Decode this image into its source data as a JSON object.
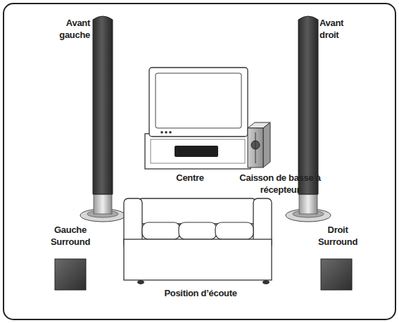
{
  "diagram": {
    "labels": [
      "Avant gauche",
      "Avant droit",
      "Centre",
      "Caisson de basse à récepteur",
      "Gauche Surround",
      "Droit Surround",
      "Position d’écoute"
    ]
  }
}
